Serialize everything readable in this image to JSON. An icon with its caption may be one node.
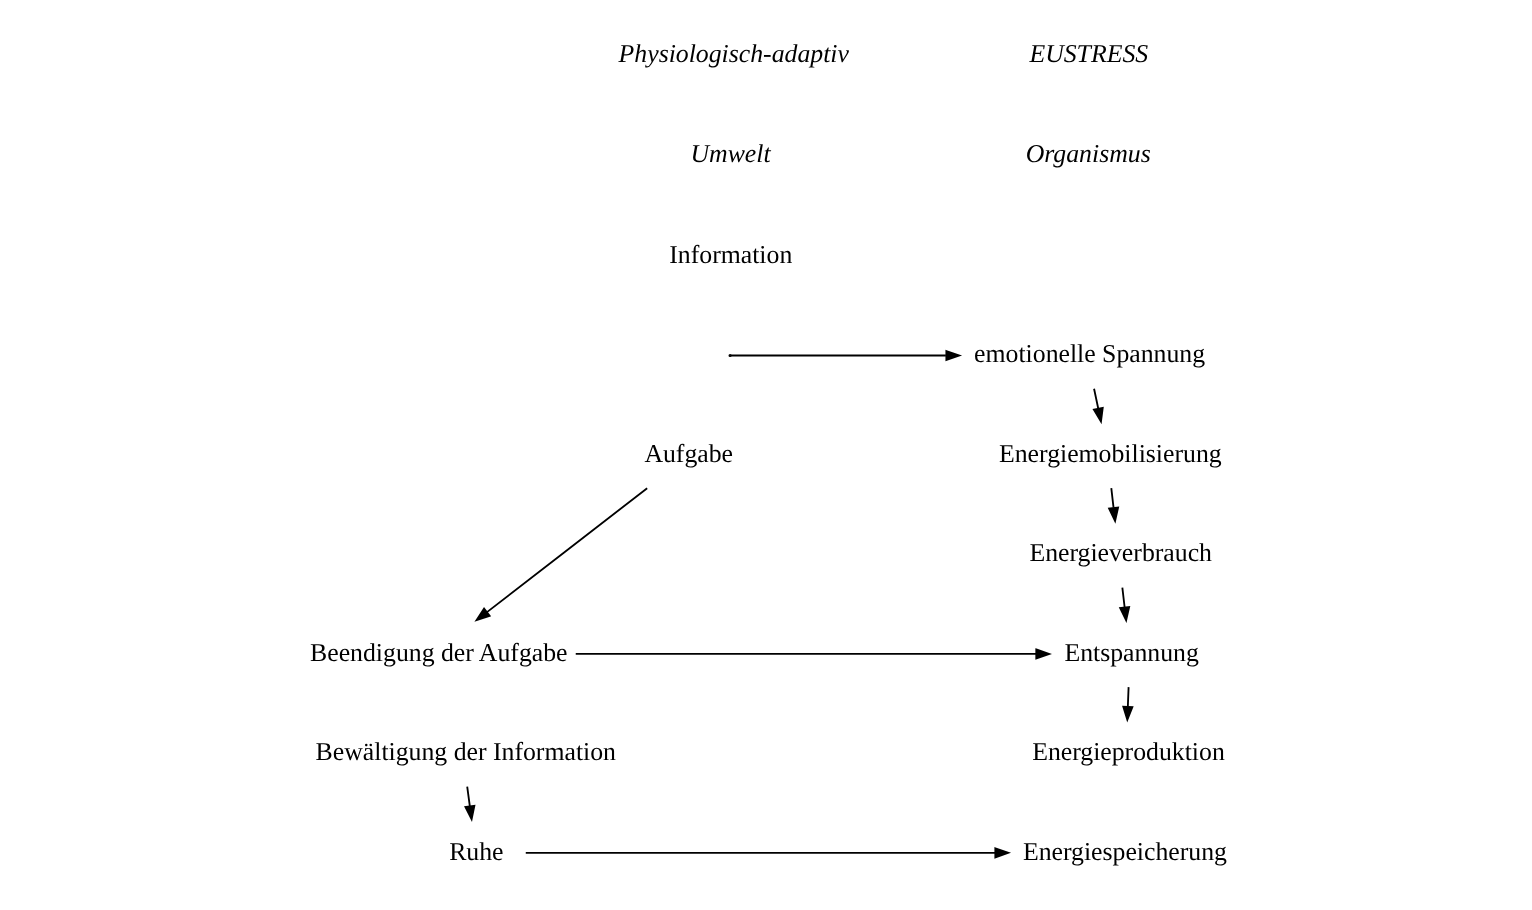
{
  "diagram": {
    "nodes": [
      {
        "text": [
          "Information"
        ]
      },
      {
        "text": [
          "Aufgabe"
        ]
      },
      {
        "text": [
          "Beendigung der Aufgabe"
        ]
      },
      {
        "text": [
          "Bewältigung der Information"
        ]
      },
      {
        "text": [
          "Ruhe"
        ]
      },
      {
        "text": [
          "emotionelle Spannung"
        ]
      },
      {
        "text": [
          "Energiemobilisierung"
        ]
      },
      {
        "text": [
          "Energieverbrauch"
        ]
      },
      {
        "text": [
          "Entspannung"
        ]
      },
      {
        "text": [
          "Energieproduktion"
        ]
      },
      {
        "text": [
          "Energiespeicherung"
        ]
      }
    ],
    "edges": [
      {
        "from": null,
        "to": 5,
        "arrow": "to"
      },
      {
        "from": 5,
        "to": 6,
        "arrow": "to"
      },
      {
        "from": 6,
        "to": 7,
        "arrow": "to"
      },
      {
        "from": 7,
        "to": 8,
        "arrow": "to"
      },
      {
        "from": 1,
        "to": 2,
        "arrow": "to"
      },
      {
        "from": 2,
        "to": 8,
        "arrow": "to"
      },
      {
        "from": 8,
        "to": 9,
        "arrow": "to"
      },
      {
        "from": 3,
        "to": 4,
        "arrow": "to"
      },
      {
        "from": 4,
        "to": 10,
        "arrow": "to"
      }
    ],
    "labels": [
      "Physiologisch-adaptiv",
      "EUSTRESS",
      "Umwelt",
      "Organismus"
    ]
  }
}
